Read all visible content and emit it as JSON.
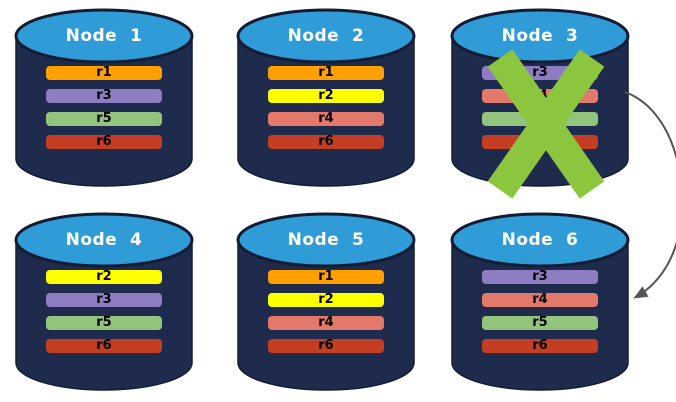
{
  "nodes": [
    {
      "title": "Node  1",
      "replicas": [
        "r1",
        "r3",
        "r5",
        "r6"
      ],
      "failed": false
    },
    {
      "title": "Node  2",
      "replicas": [
        "r1",
        "r2",
        "r4",
        "r6"
      ],
      "failed": false
    },
    {
      "title": "Node  3",
      "replicas": [
        "r3",
        "r4",
        "r5",
        "r6"
      ],
      "failed": true
    },
    {
      "title": "Node  4",
      "replicas": [
        "r2",
        "r3",
        "r5",
        "r6"
      ],
      "failed": false
    },
    {
      "title": "Node  5",
      "replicas": [
        "r1",
        "r2",
        "r4",
        "r6"
      ],
      "failed": false
    },
    {
      "title": "Node  6",
      "replicas": [
        "r3",
        "r4",
        "r5",
        "r6"
      ],
      "failed": false
    }
  ],
  "arrow": {
    "from": "Node 3",
    "to": "Node 6"
  },
  "colors": {
    "background": "#FFFFFF",
    "cylinder_body": "#1E2B4D",
    "cylinder_outline": "#121C33",
    "cylinder_top": "#2F9CD8",
    "node_title_text": "#FFFFFF",
    "replica_label_text": "#000000",
    "failure_x": "#8CC63E",
    "arrow": "#555555",
    "replicas": {
      "r1": "#FFA000",
      "r2": "#FFFF00",
      "r3": "#8E7CC3",
      "r4": "#E2796B",
      "r5": "#93C47D",
      "r6": "#C43E24"
    }
  }
}
